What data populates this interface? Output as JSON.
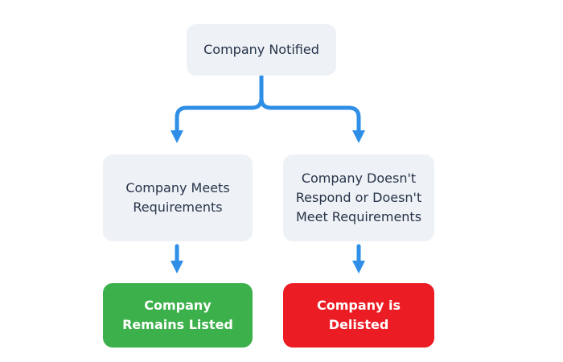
{
  "colors": {
    "connector": "#2f8fe6",
    "node_background": "#eef1f5",
    "node_text": "#27344a",
    "success": "#3cb04a",
    "danger": "#ec1c24"
  },
  "nodes": {
    "root": {
      "label": "Company Notified"
    },
    "meets": {
      "label": "Company Meets\nRequirements"
    },
    "fails": {
      "label": "Company Doesn't\nRespond or Doesn't\nMeet Requirements"
    },
    "listed": {
      "label": "Company\nRemains Listed"
    },
    "delisted": {
      "label": "Company is\nDelisted"
    }
  }
}
